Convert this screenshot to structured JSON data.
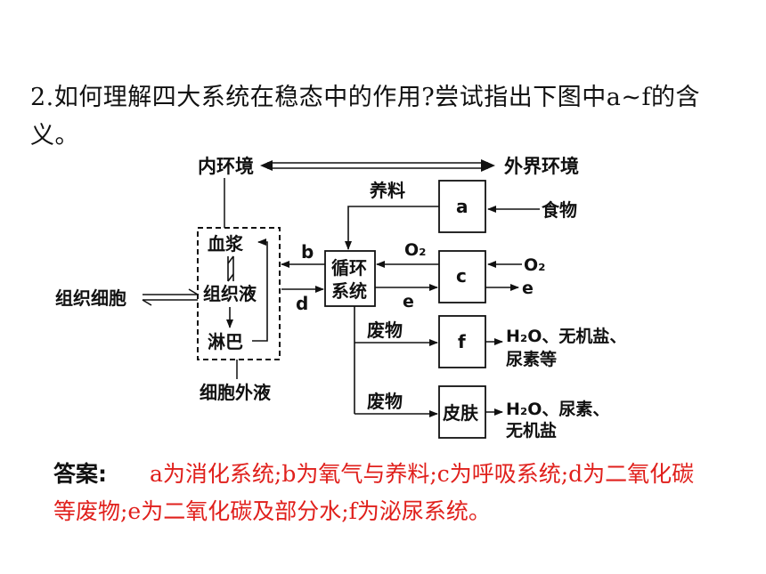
{
  "question": {
    "text": "2.如何理解四大系统在稳态中的作用?尝试指出下图中a~f的含义。"
  },
  "diagram": {
    "inner_env": "内环境",
    "outer_env": "外界环境",
    "nutrients": "养料",
    "box_a": "a",
    "food": "食物",
    "o2_in": "O₂",
    "o2_right": "O₂",
    "box_c": "c",
    "e_right": "e",
    "b_label": "b",
    "d_label": "d",
    "e_label": "e",
    "circulatory_line1": "循环",
    "circulatory_line2": "系统",
    "plasma": "血浆",
    "tissue_fluid": "组织液",
    "lymph": "淋巴",
    "tissue_cells": "组织细胞",
    "extracellular_fluid": "细胞外液",
    "waste1": "废物",
    "box_f": "f",
    "f_out_line1": "H₂O、无机盐、",
    "f_out_line2": "尿素等",
    "waste2": "废物",
    "box_skin": "皮肤",
    "skin_out_line1": "H₂O、尿素、",
    "skin_out_line2": "无机盐"
  },
  "answer": {
    "label": "答案:",
    "text": "a为消化系统;b为氧气与养料;c为呼吸系统;d为二氧化碳等废物;e为二氧化碳及部分水;f为泌尿系统。"
  }
}
